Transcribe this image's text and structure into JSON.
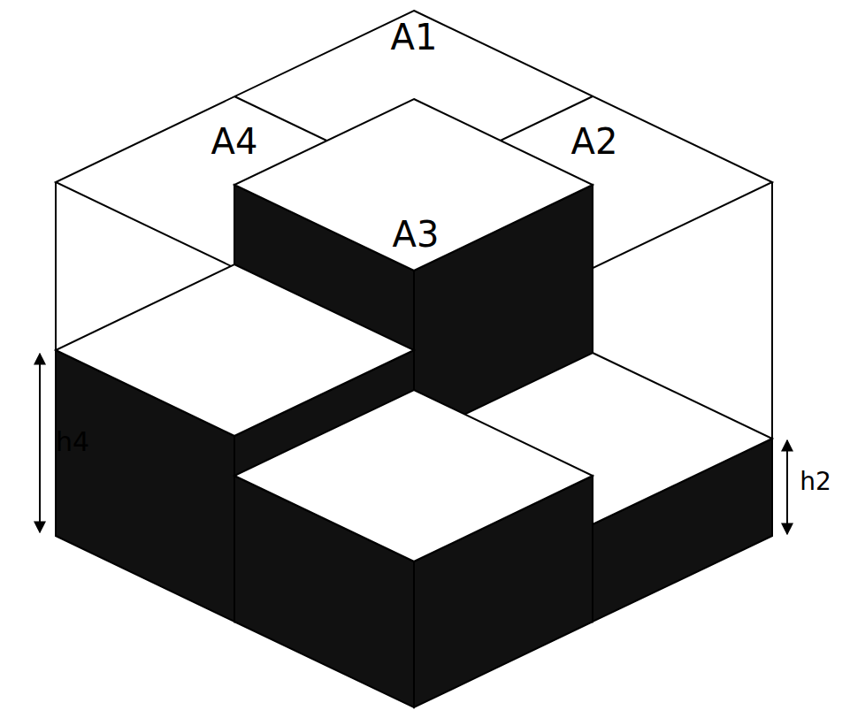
{
  "diagram": {
    "labels": [
      "A1",
      "A4",
      "A2",
      "A3",
      "h4",
      "h2"
    ]
  }
}
